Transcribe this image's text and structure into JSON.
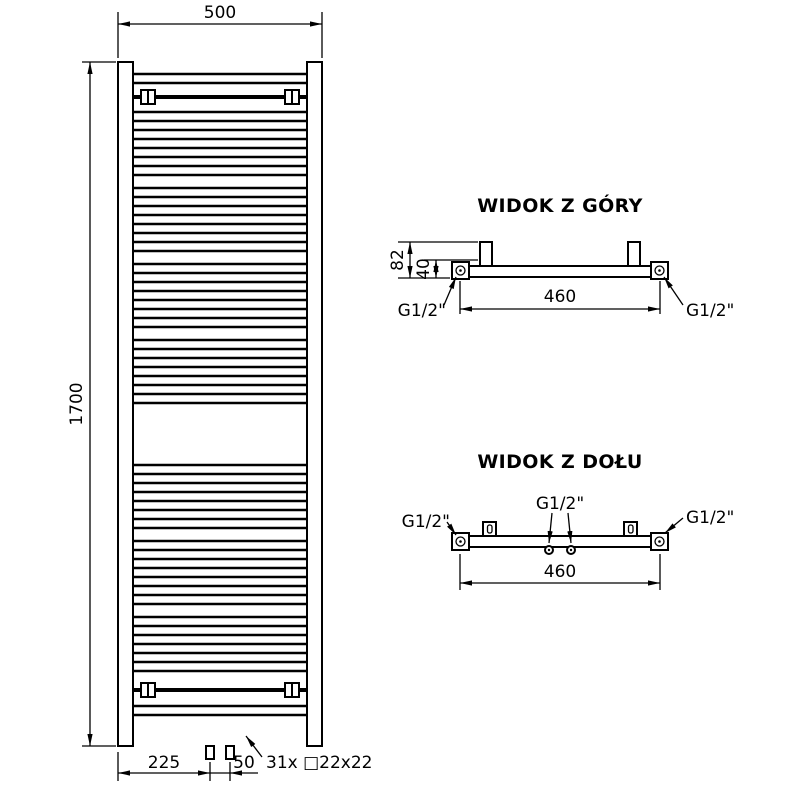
{
  "front_view": {
    "width_label": "500",
    "height_label": "1700",
    "bottom_offset_label": "225",
    "pipe_spacing_label": "50",
    "profile_label": "31x □22x22"
  },
  "top_view": {
    "title": "WIDOK Z GÓRY",
    "depth_label": "82",
    "axis_label": "40",
    "spacing_label": "460",
    "left_conn_label": "G1/2\"",
    "right_conn_label": "G1/2\""
  },
  "bottom_view": {
    "title": "WIDOK Z DOŁU",
    "spacing_label": "460",
    "left_conn_label": "G1/2\"",
    "center_conn_label": "G1/2\"",
    "right_conn_label": "G1/2\""
  }
}
